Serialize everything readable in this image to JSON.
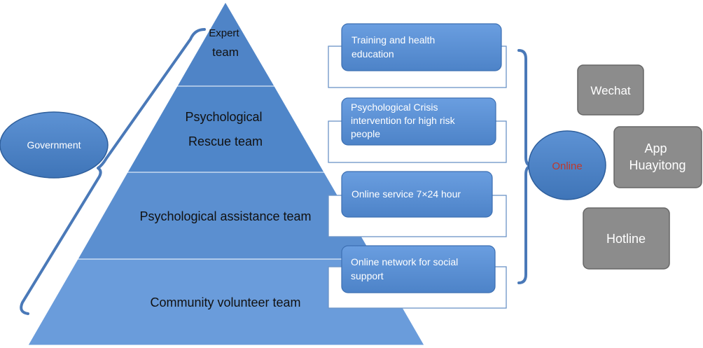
{
  "government": {
    "label": "Government"
  },
  "pyramid": {
    "layers": [
      {
        "lines": [
          "Expert",
          "team"
        ]
      },
      {
        "lines": [
          "Psychological",
          "Rescue team"
        ]
      },
      {
        "lines": [
          "Psychological assistance team"
        ]
      },
      {
        "lines": [
          "Community volunteer team"
        ]
      }
    ]
  },
  "services": [
    {
      "lines": [
        "Training and health",
        "education"
      ]
    },
    {
      "lines": [
        "Psychological Crisis",
        "intervention for high risk",
        "people"
      ]
    },
    {
      "lines": [
        "Online service 7×24 hour"
      ]
    },
    {
      "lines": [
        "Online network for social",
        "support"
      ]
    }
  ],
  "online": {
    "label": "Online"
  },
  "channels": [
    {
      "lines": [
        "Wechat"
      ]
    },
    {
      "lines": [
        "App",
        "Huayitong"
      ]
    },
    {
      "lines": [
        "Hotline"
      ]
    }
  ],
  "colors": {
    "pyramid_fill": "#5b8fd0",
    "pyramid_dark": "#4a7dbf",
    "box_fill": "#5b91d6",
    "box_stroke": "#3c6fb2",
    "ellipse_fill": "#4f86c9",
    "brace": "#4a79b8",
    "channel_fill": "#8c8c8c",
    "channel_stroke": "#666666",
    "online_text": "#c0392b"
  }
}
